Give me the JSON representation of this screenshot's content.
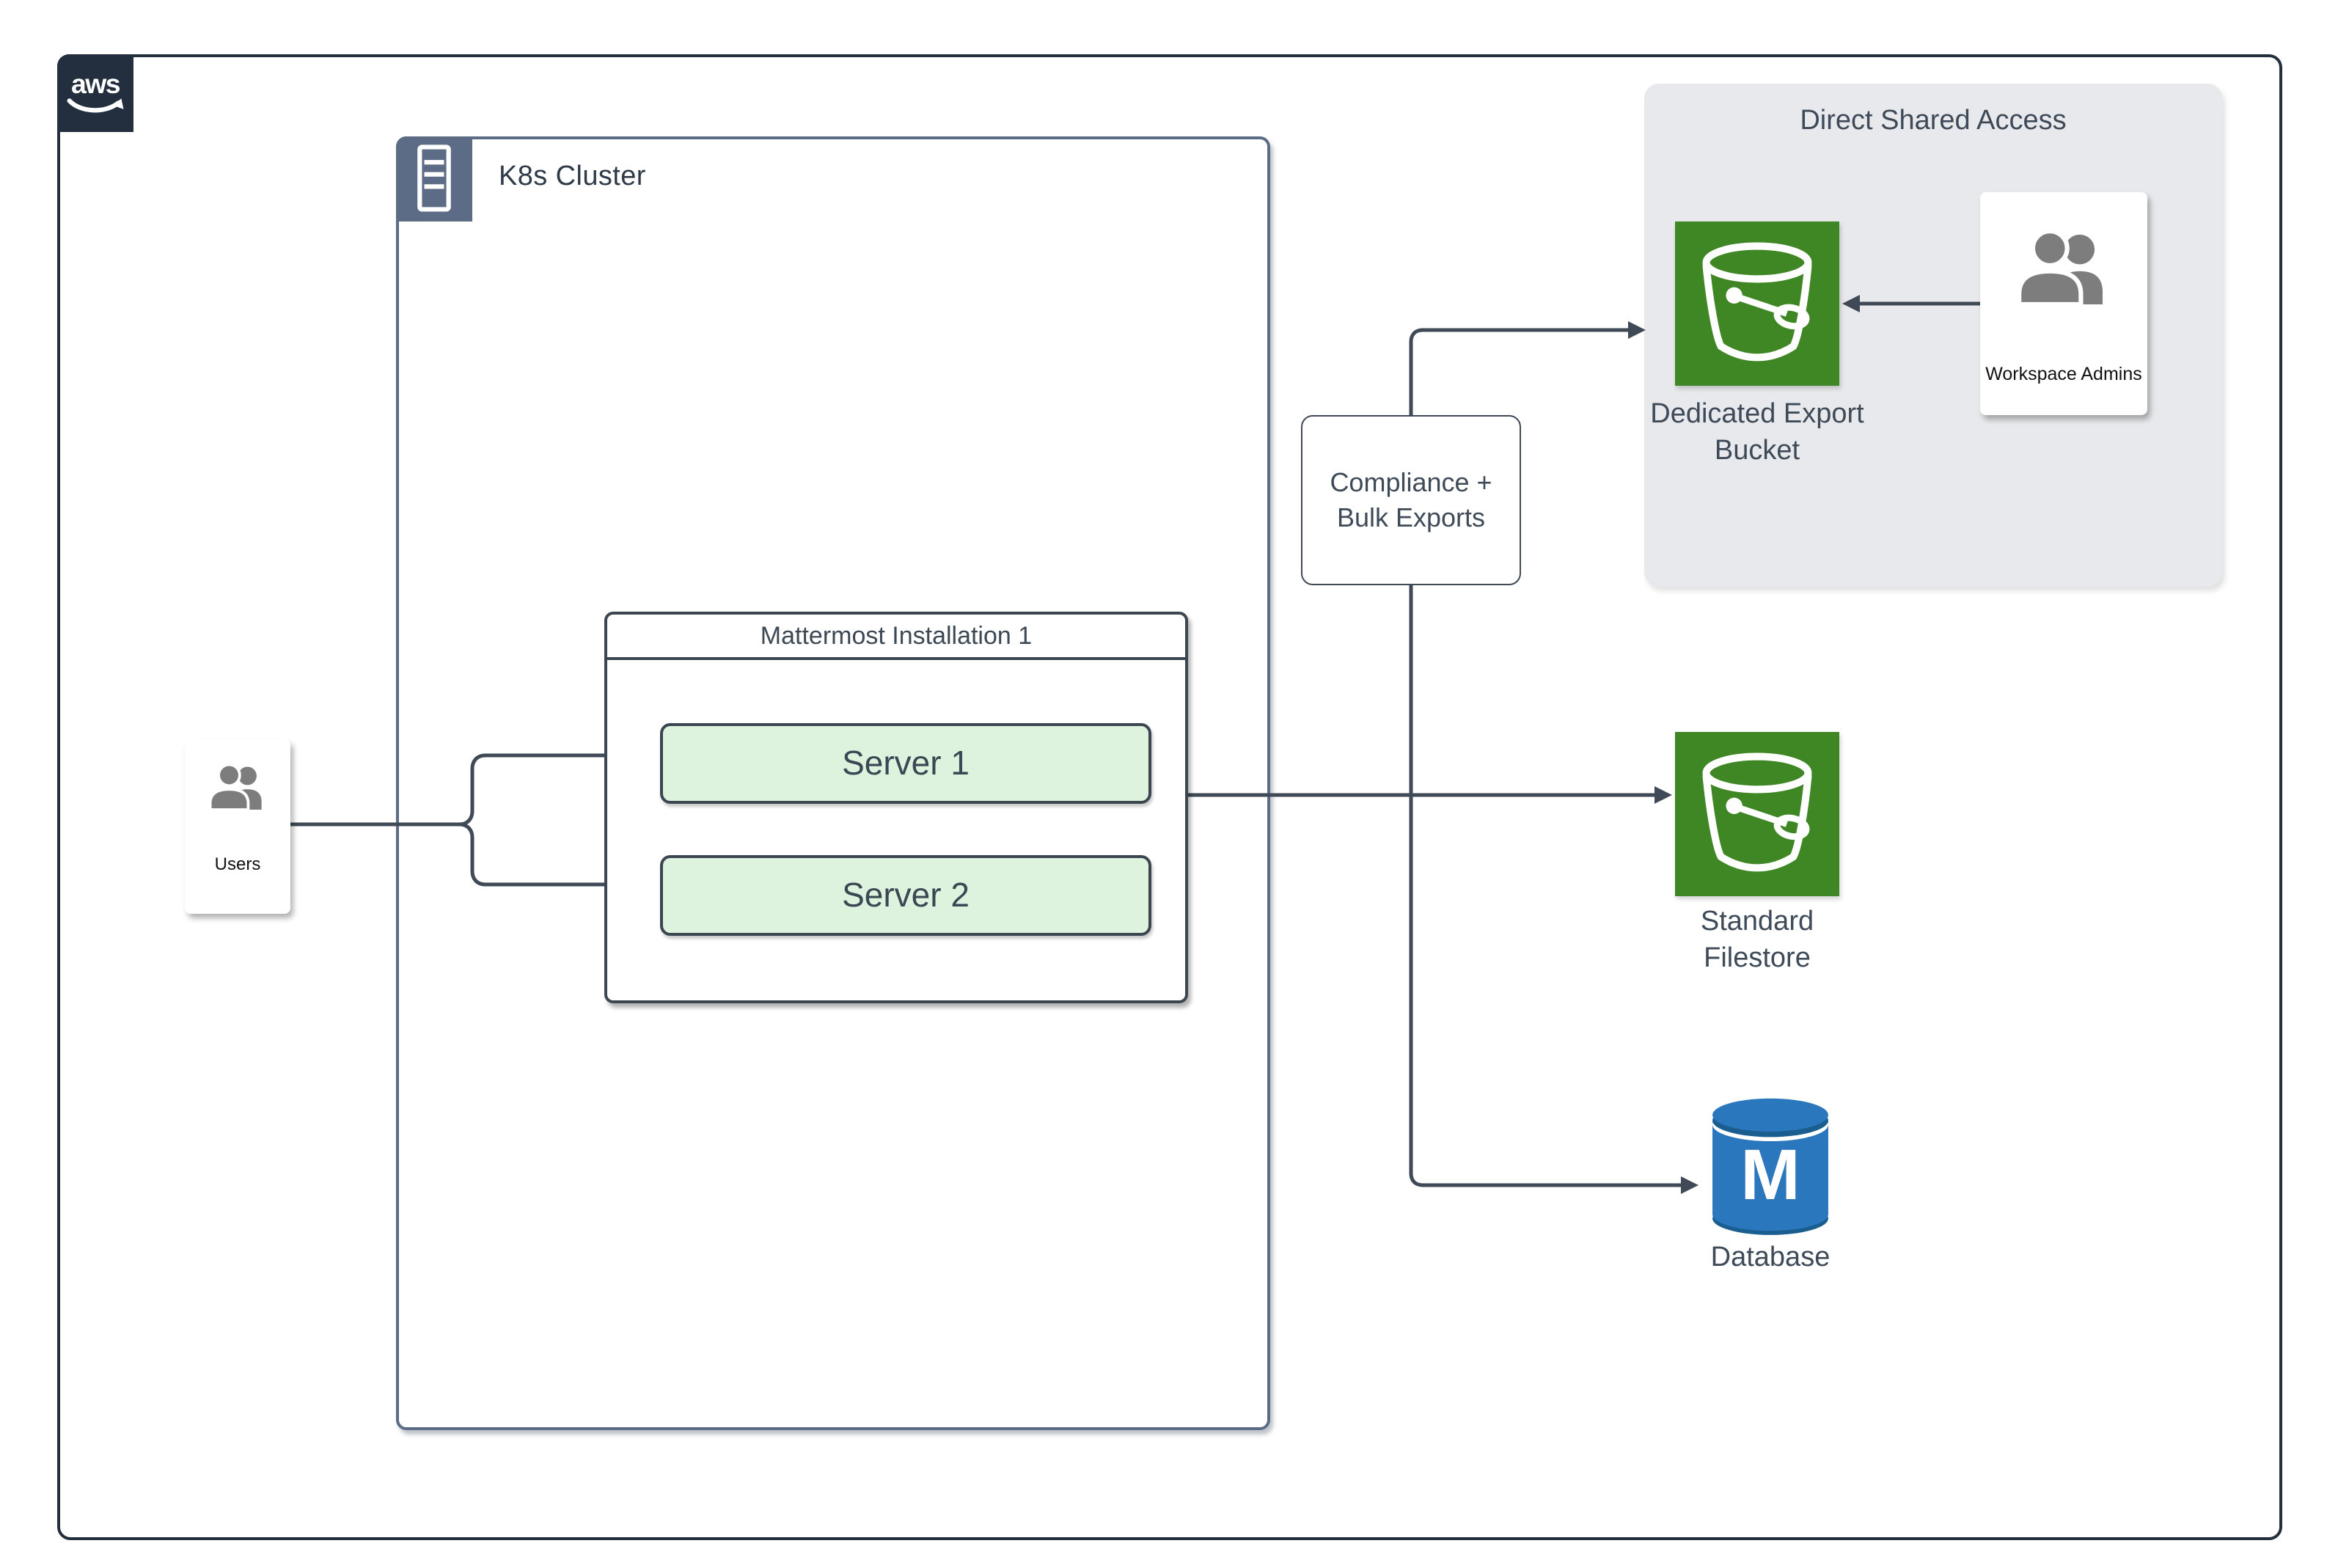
{
  "colors": {
    "outline": "#232f3e",
    "k8s-border": "#5c6c87",
    "connector": "#3f4a56",
    "server-fill": "#ddf3dd",
    "bucket-green": "#3f8624",
    "db-blue": "#2b77bd",
    "db-blue-dark": "#1a5e90",
    "region-gray": "#e8e9ec",
    "person-gray": "#7d7d7d"
  },
  "aws_logo": {
    "text": "aws"
  },
  "k8s_cluster": {
    "label": "K8s Cluster"
  },
  "users": {
    "label": "Users"
  },
  "mattermost": {
    "title": "Mattermost Installation 1",
    "servers": [
      {
        "label": "Server 1"
      },
      {
        "label": "Server 2"
      }
    ]
  },
  "compliance": {
    "line1": "Compliance +",
    "line2": "Bulk Exports"
  },
  "direct_shared_access": {
    "title": "Direct Shared Access",
    "bucket_label_line1": "Dedicated Export",
    "bucket_label_line2": "Bucket",
    "admins_label": "Workspace Admins"
  },
  "standard_filestore": {
    "line1": "Standard",
    "line2": "Filestore"
  },
  "database": {
    "label": "Database",
    "monogram": "M"
  }
}
